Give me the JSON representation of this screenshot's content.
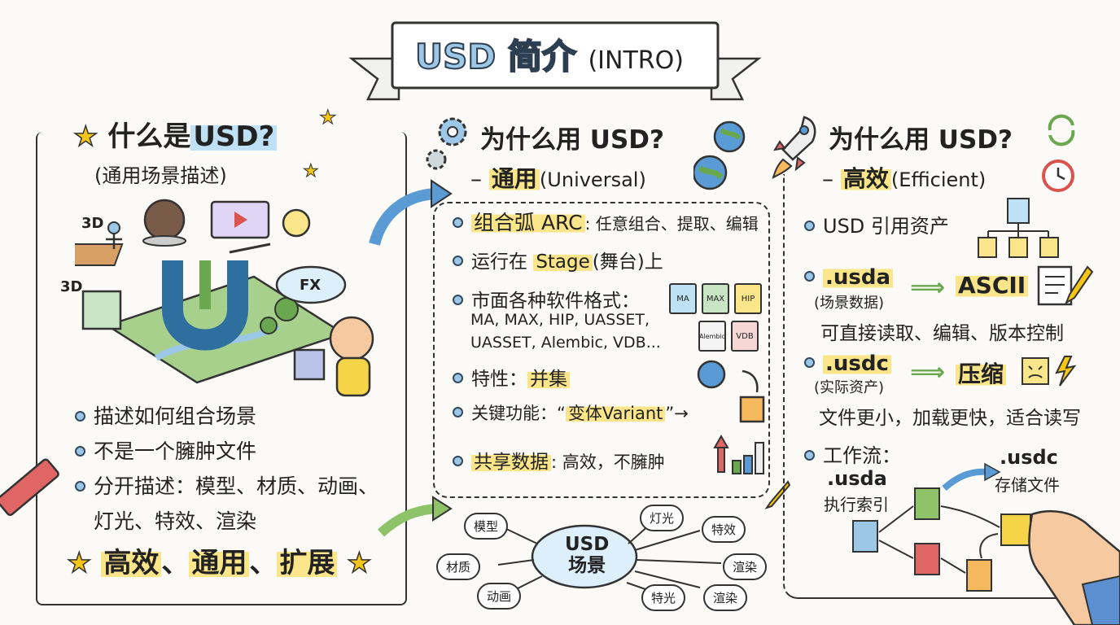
{
  "title": {
    "main": "USD 简介",
    "sub": "(INTRO)"
  },
  "left": {
    "heading": "什么是",
    "heading_hl": "USD?",
    "subheading": "(通用场景描述)",
    "label_3d_a": "3D",
    "label_3d_b": "3D",
    "label_fx": "FX",
    "bullets": [
      "描述如何组合场景",
      "不是一个臃肿文件",
      "分开描述：模型、材质、动画、",
      "灯光、特效、渲染"
    ],
    "footer": [
      "高效",
      "、",
      "通用",
      "、",
      "扩展"
    ]
  },
  "middle": {
    "heading": "为什么用 USD?",
    "subheading_dash": "–",
    "subheading_hl": "通用",
    "subheading_paren": "(Universal)",
    "items": [
      {
        "hl": "组合弧 ARC",
        "rest": ": 任意组合、提取、编辑"
      },
      {
        "pre": "运行在 ",
        "hl": "Stage",
        "rest": "(舞台)上"
      },
      {
        "pre": "市面各种软件格式："
      },
      {
        "pre": "特性：",
        "hl": "并集"
      },
      {
        "pre": "关键功能：“",
        "hl": "变体Variant",
        "rest": "”"
      },
      {
        "hl": "共享数据",
        "rest": ": 高效，不臃肿"
      }
    ],
    "formats_line1": "MA, MAX, HIP, UASSET,",
    "formats_line2": "UASSET, Alembic, VDB...",
    "format_tags": [
      "MA",
      "MAX",
      "HIP",
      "Alembic",
      "VDB"
    ]
  },
  "right": {
    "heading": "为什么用 USD?",
    "subheading_dash": "–",
    "subheading_hl": "高效",
    "subheading_paren": "(Efficient)",
    "item1": "USD 引用资产",
    "usda": ".usda",
    "usda_desc": "(场景数据)",
    "ascii": "ASCII",
    "usda_line": "可直接读取、编辑、版本控制",
    "usdc": ".usdc",
    "usdc_desc": "(实际资产)",
    "compress": "压缩",
    "usdc_line": "文件更小，加载更快，适合读写",
    "workflow": "工作流：",
    "wf_usda": ".usda",
    "wf_usda_desc": "执行索引",
    "wf_usdc": ".usdc",
    "wf_usdc_desc": "存储文件"
  },
  "mindmap": {
    "center_line1": "USD",
    "center_line2": "场景",
    "nodes": [
      "模型",
      "材质",
      "动画",
      "灯光",
      "特效",
      "渲染",
      "特光",
      "渲染"
    ]
  },
  "colors": {
    "highlight_yellow": "#fbe58a",
    "highlight_blue": "#bfe1f5",
    "accent_blue": "#5b9bd5",
    "accent_green": "#6aa84f"
  }
}
